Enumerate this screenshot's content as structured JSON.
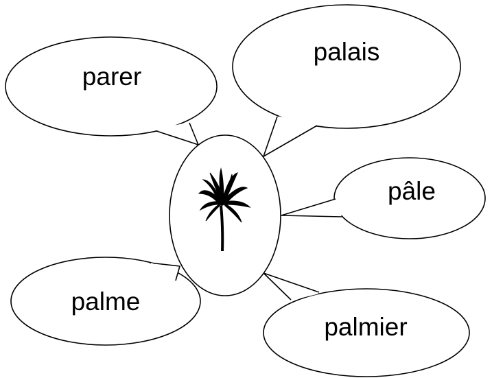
{
  "diagram": {
    "center": {
      "icon": "palm-tree-icon"
    },
    "words": [
      {
        "id": "parer",
        "label": "parer"
      },
      {
        "id": "palais",
        "label": "palais"
      },
      {
        "id": "pale",
        "label": "pâle"
      },
      {
        "id": "palme",
        "label": "palme"
      },
      {
        "id": "palmier",
        "label": "palmier"
      }
    ]
  },
  "colors": {
    "stroke": "#000000",
    "fill": "#ffffff"
  }
}
